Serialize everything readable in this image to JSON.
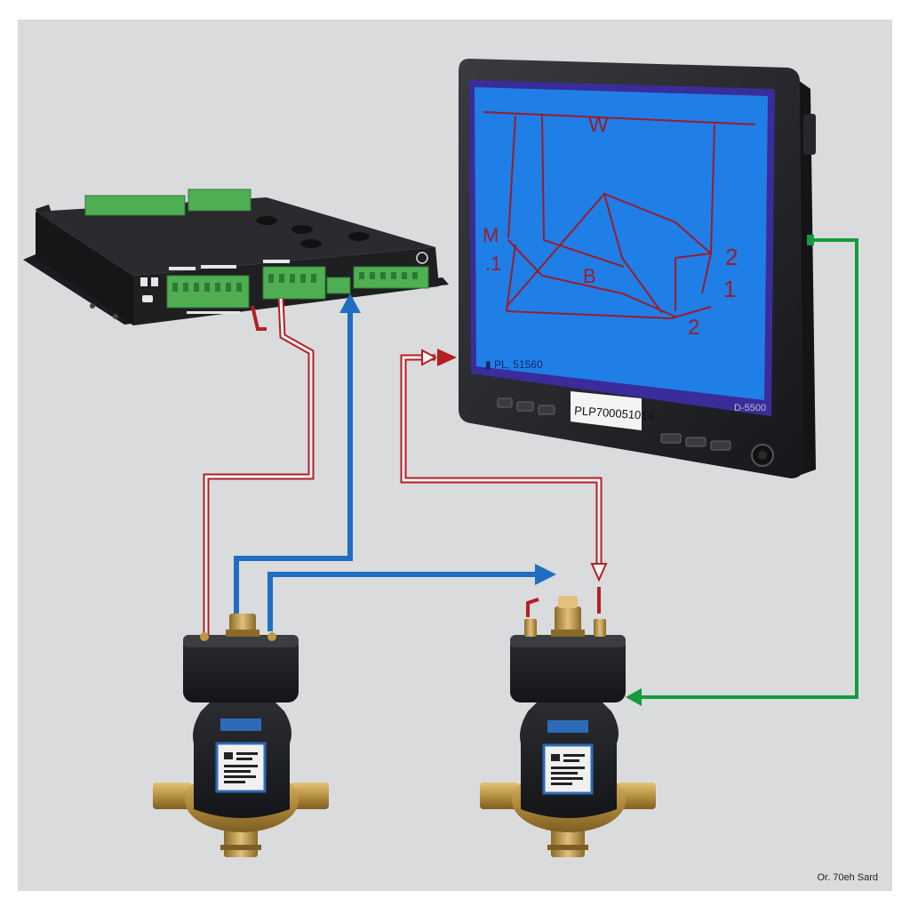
{
  "monitor": {
    "screen": {
      "label_w": "W",
      "label_m": "M",
      "label_dot1": ".1",
      "label_b": "B",
      "label_2_right": "2",
      "label_1_right": "1",
      "label_2_bottom": "2",
      "bottom_left": "▮ PL, 51560"
    },
    "model_plate": "PLP700051014",
    "right_text": "D-5500"
  },
  "footer": {
    "credit": "Or. 70eh Sard"
  },
  "colors": {
    "background": "#dadbdd",
    "screen": "#1f7fe6",
    "screen_ink": "#9b1c2c",
    "wire_red": "#b41f24",
    "wire_blue": "#1f6ec2",
    "wire_green": "#159a3c",
    "terminal_green": "#4fae52",
    "brass": "#c09842"
  }
}
